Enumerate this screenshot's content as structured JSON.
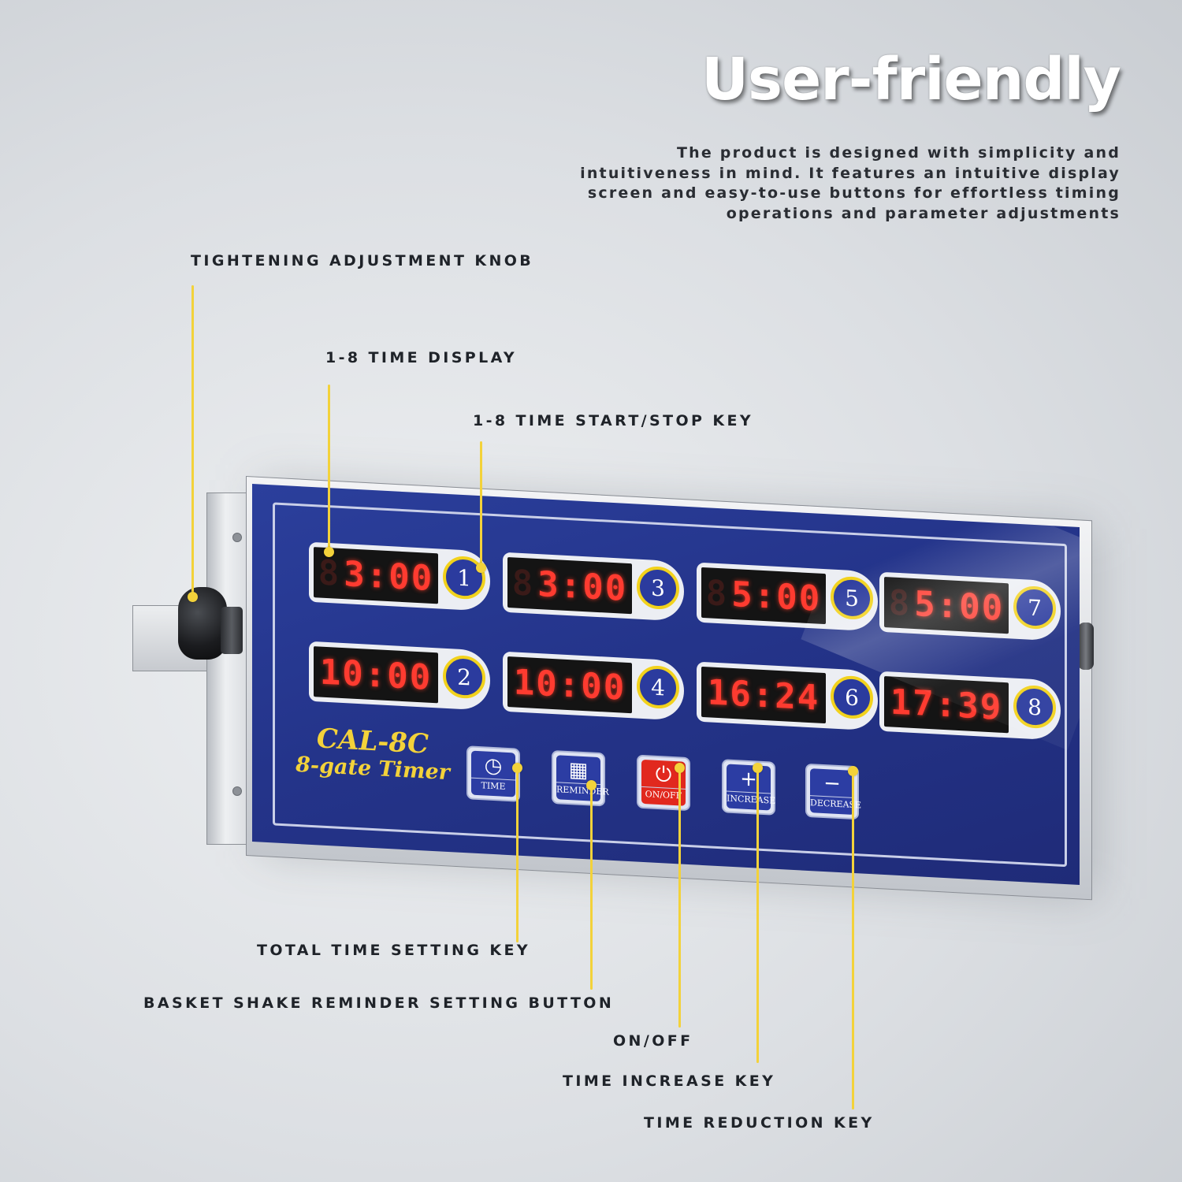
{
  "headline": "User-friendly",
  "description": "The product is designed with simplicity and intuitiveness in mind. It features an intuitive display screen and easy-to-use buttons for effortless timing operations and parameter adjustments",
  "callouts": {
    "knob": "TIGHTENING ADJUSTMENT KNOB",
    "display": "1-8 TIME DISPLAY",
    "startstop": "1-8 TIME START/STOP KEY",
    "total_time": "TOTAL TIME SETTING KEY",
    "reminder": "BASKET SHAKE REMINDER SETTING BUTTON",
    "onoff": "ON/OFF",
    "increase": "TIME INCREASE KEY",
    "reduction": "TIME REDUCTION KEY"
  },
  "device": {
    "model": "CAL-8C",
    "model_desc": "8-gate Timer",
    "timers": [
      {
        "gate": "1",
        "time": "3:00"
      },
      {
        "gate": "2",
        "time": "10:00"
      },
      {
        "gate": "3",
        "time": "3:00"
      },
      {
        "gate": "4",
        "time": "10:00"
      },
      {
        "gate": "5",
        "time": "5:00"
      },
      {
        "gate": "6",
        "time": "16:24"
      },
      {
        "gate": "7",
        "time": "5:00"
      },
      {
        "gate": "8",
        "time": "17:39"
      }
    ],
    "keys": {
      "time": "TIME",
      "reminder": "REMINDER",
      "onoff": "ON/OFF",
      "increase": "INCREASE",
      "decrease": "DECREASE"
    }
  },
  "colors": {
    "panel": "#24348a",
    "accent_yellow": "#f3d23a",
    "digit_red": "#ff3b30",
    "onoff_red": "#e1281e"
  },
  "icons": {
    "time": "clock-icon",
    "reminder": "basket-icon",
    "onoff": "power-icon",
    "increase": "plus-icon",
    "decrease": "minus-icon"
  }
}
